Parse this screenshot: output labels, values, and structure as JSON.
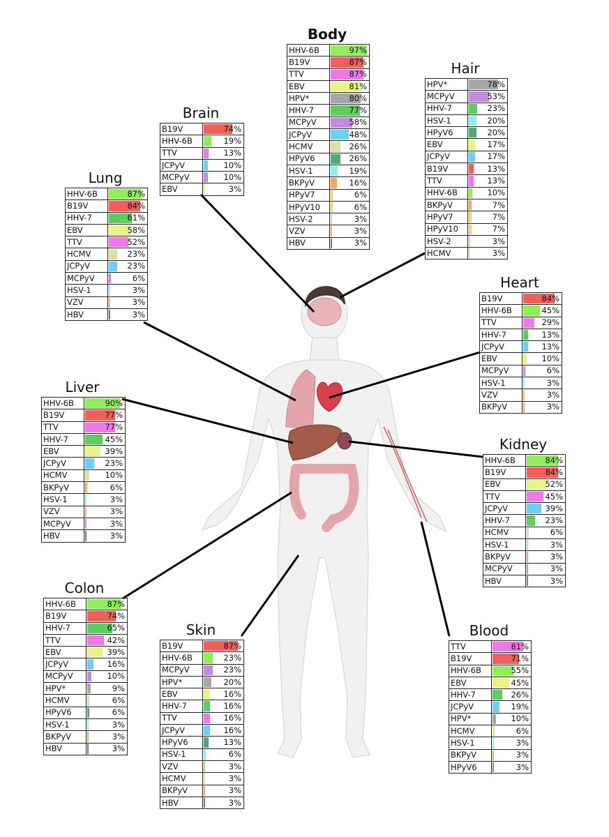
{
  "colors": {
    "HHV-6B": "#8fef5b",
    "B19V": "#f0605a",
    "TTV": "#ee78e6",
    "EBV": "#e8f488",
    "HPV*": "#a6a6a6",
    "HHV-7": "#5ecc5e",
    "MCPyV": "#c48ae0",
    "JCPyV": "#6cd0f4",
    "HCMV": "#d6e2a2",
    "HPyV6": "#4caa72",
    "HSV-1": "#8ff0f0",
    "BKPyV": "#f0a860",
    "HPyV7": "#f4d060",
    "HPyV10": "#f0d080",
    "HSV-2": "#cccccc",
    "VZV": "#f4b070",
    "HBV": "#777777"
  },
  "panels": [
    {
      "key": "body",
      "title": "Body",
      "bold": true,
      "rows": [
        {
          "virus": "HHV-6B",
          "value": 97,
          "label": "97%"
        },
        {
          "virus": "B19V",
          "value": 87,
          "label": "87%"
        },
        {
          "virus": "TTV",
          "value": 87,
          "label": "87%"
        },
        {
          "virus": "EBV",
          "value": 81,
          "label": "81%"
        },
        {
          "virus": "HPV*",
          "value": 80,
          "label": "80%"
        },
        {
          "virus": "HHV-7",
          "value": 77,
          "label": "77%"
        },
        {
          "virus": "MCPyV",
          "value": 58,
          "label": "58%"
        },
        {
          "virus": "JCPyV",
          "value": 48,
          "label": "48%"
        },
        {
          "virus": "HCMV",
          "value": 26,
          "label": "26%"
        },
        {
          "virus": "HPyV6",
          "value": 26,
          "label": "26%"
        },
        {
          "virus": "HSV-1",
          "value": 19,
          "label": "19%"
        },
        {
          "virus": "BKPyV",
          "value": 16,
          "label": "16%"
        },
        {
          "virus": "HPyV7",
          "value": 6,
          "label": "6%"
        },
        {
          "virus": "HPyV10",
          "value": 6,
          "label": "6%"
        },
        {
          "virus": "HSV-2",
          "value": 3,
          "label": "3%"
        },
        {
          "virus": "VZV",
          "value": 3,
          "label": "3%"
        },
        {
          "virus": "HBV",
          "value": 3,
          "label": "3%"
        }
      ]
    },
    {
      "key": "hair",
      "title": "Hair",
      "bold": false,
      "rows": [
        {
          "virus": "HPV*",
          "value": 78,
          "label": "78%"
        },
        {
          "virus": "MCPyV",
          "value": 53,
          "label": "53%"
        },
        {
          "virus": "HHV-7",
          "value": 23,
          "label": "23%"
        },
        {
          "virus": "HSV-1",
          "value": 20,
          "label": "20%"
        },
        {
          "virus": "HPyV6",
          "value": 20,
          "label": "20%"
        },
        {
          "virus": "EBV",
          "value": 17,
          "label": "17%"
        },
        {
          "virus": "JCPyV",
          "value": 17,
          "label": "17%"
        },
        {
          "virus": "B19V",
          "value": 13,
          "label": "13%"
        },
        {
          "virus": "TTV",
          "value": 13,
          "label": "13%"
        },
        {
          "virus": "HHV-6B",
          "value": 10,
          "label": "10%"
        },
        {
          "virus": "BKPyV",
          "value": 7,
          "label": "7%"
        },
        {
          "virus": "HPyV7",
          "value": 7,
          "label": "7%"
        },
        {
          "virus": "HPyV10",
          "value": 7,
          "label": "7%"
        },
        {
          "virus": "HSV-2",
          "value": 3,
          "label": "3%"
        },
        {
          "virus": "HCMV",
          "value": 3,
          "label": "3%"
        }
      ]
    },
    {
      "key": "brain",
      "title": "Brain",
      "bold": false,
      "rows": [
        {
          "virus": "B19V",
          "value": 74,
          "label": "74%"
        },
        {
          "virus": "HHV-6B",
          "value": 19,
          "label": "19%"
        },
        {
          "virus": "TTV",
          "value": 13,
          "label": "13%"
        },
        {
          "virus": "JCPyV",
          "value": 10,
          "label": "10%"
        },
        {
          "virus": "MCPyV",
          "value": 10,
          "label": "10%"
        },
        {
          "virus": "EBV",
          "value": 3,
          "label": "3%"
        }
      ]
    },
    {
      "key": "lung",
      "title": "Lung",
      "bold": false,
      "rows": [
        {
          "virus": "HHV-6B",
          "value": 87,
          "label": "87%"
        },
        {
          "virus": "B19V",
          "value": 84,
          "label": "84%"
        },
        {
          "virus": "HHV-7",
          "value": 61,
          "label": "61%"
        },
        {
          "virus": "EBV",
          "value": 58,
          "label": "58%"
        },
        {
          "virus": "TTV",
          "value": 52,
          "label": "52%"
        },
        {
          "virus": "HCMV",
          "value": 23,
          "label": "23%"
        },
        {
          "virus": "JCPyV",
          "value": 23,
          "label": "23%"
        },
        {
          "virus": "MCPyV",
          "value": 6,
          "label": "6%"
        },
        {
          "virus": "HSV-1",
          "value": 3,
          "label": "3%"
        },
        {
          "virus": "VZV",
          "value": 3,
          "label": "3%"
        },
        {
          "virus": "HBV",
          "value": 3,
          "label": "3%"
        }
      ]
    },
    {
      "key": "heart",
      "title": "Heart",
      "bold": false,
      "rows": [
        {
          "virus": "B19V",
          "value": 84,
          "label": "84%"
        },
        {
          "virus": "HHV-6B",
          "value": 45,
          "label": "45%"
        },
        {
          "virus": "TTV",
          "value": 29,
          "label": "29%"
        },
        {
          "virus": "HHV-7",
          "value": 13,
          "label": "13%"
        },
        {
          "virus": "JCPyV",
          "value": 13,
          "label": "13%"
        },
        {
          "virus": "EBV",
          "value": 10,
          "label": "10%"
        },
        {
          "virus": "MCPyV",
          "value": 6,
          "label": "6%"
        },
        {
          "virus": "HSV-1",
          "value": 3,
          "label": "3%"
        },
        {
          "virus": "VZV",
          "value": 3,
          "label": "3%"
        },
        {
          "virus": "BKPyV",
          "value": 3,
          "label": "3%"
        }
      ]
    },
    {
      "key": "liver",
      "title": "Liver",
      "bold": false,
      "rows": [
        {
          "virus": "HHV-6B",
          "value": 90,
          "label": "90%"
        },
        {
          "virus": "B19V",
          "value": 77,
          "label": "77%"
        },
        {
          "virus": "TTV",
          "value": 77,
          "label": "77%"
        },
        {
          "virus": "HHV-7",
          "value": 45,
          "label": "45%"
        },
        {
          "virus": "EBV",
          "value": 39,
          "label": "39%"
        },
        {
          "virus": "JCPyV",
          "value": 23,
          "label": "23%"
        },
        {
          "virus": "HCMV",
          "value": 10,
          "label": "10%"
        },
        {
          "virus": "BKPyV",
          "value": 6,
          "label": "6%"
        },
        {
          "virus": "HSV-1",
          "value": 3,
          "label": "3%"
        },
        {
          "virus": "VZV",
          "value": 3,
          "label": "3%"
        },
        {
          "virus": "MCPyV",
          "value": 3,
          "label": "3%"
        },
        {
          "virus": "HBV",
          "value": 3,
          "label": "3%"
        }
      ]
    },
    {
      "key": "kidney",
      "title": "Kidney",
      "bold": false,
      "rows": [
        {
          "virus": "HHV-6B",
          "value": 84,
          "label": "84%"
        },
        {
          "virus": "B19V",
          "value": 84,
          "label": "84%"
        },
        {
          "virus": "EBV",
          "value": 52,
          "label": "52%"
        },
        {
          "virus": "TTV",
          "value": 45,
          "label": "45%"
        },
        {
          "virus": "JCPyV",
          "value": 39,
          "label": "39%"
        },
        {
          "virus": "HHV-7",
          "value": 23,
          "label": "23%"
        },
        {
          "virus": "HCMV",
          "value": 6,
          "label": "6%"
        },
        {
          "virus": "HSV-1",
          "value": 3,
          "label": "3%"
        },
        {
          "virus": "BKPyV",
          "value": 3,
          "label": "3%"
        },
        {
          "virus": "MCPyV",
          "value": 3,
          "label": "3%"
        },
        {
          "virus": "HBV",
          "value": 3,
          "label": "3%"
        }
      ]
    },
    {
      "key": "colon",
      "title": "Colon",
      "bold": false,
      "rows": [
        {
          "virus": "HHV-6B",
          "value": 87,
          "label": "87%"
        },
        {
          "virus": "B19V",
          "value": 74,
          "label": "74%"
        },
        {
          "virus": "HHV-7",
          "value": 65,
          "label": "65%"
        },
        {
          "virus": "TTV",
          "value": 42,
          "label": "42%"
        },
        {
          "virus": "EBV",
          "value": 39,
          "label": "39%"
        },
        {
          "virus": "JCPyV",
          "value": 16,
          "label": "16%"
        },
        {
          "virus": "MCPyV",
          "value": 10,
          "label": "10%"
        },
        {
          "virus": "HPV*",
          "value": 9,
          "label": "9%"
        },
        {
          "virus": "HCMV",
          "value": 6,
          "label": "6%"
        },
        {
          "virus": "HPyV6",
          "value": 6,
          "label": "6%"
        },
        {
          "virus": "HSV-1",
          "value": 3,
          "label": "3%"
        },
        {
          "virus": "BKPyV",
          "value": 3,
          "label": "3%"
        },
        {
          "virus": "HBV",
          "value": 3,
          "label": "3%"
        }
      ]
    },
    {
      "key": "skin",
      "title": "Skin",
      "bold": false,
      "rows": [
        {
          "virus": "B19V",
          "value": 87,
          "label": "87%"
        },
        {
          "virus": "HHV-6B",
          "value": 23,
          "label": "23%"
        },
        {
          "virus": "MCPyV",
          "value": 23,
          "label": "23%"
        },
        {
          "virus": "HPV*",
          "value": 20,
          "label": "20%"
        },
        {
          "virus": "EBV",
          "value": 16,
          "label": "16%"
        },
        {
          "virus": "HHV-7",
          "value": 16,
          "label": "16%"
        },
        {
          "virus": "TTV",
          "value": 16,
          "label": "16%"
        },
        {
          "virus": "JCPyV",
          "value": 16,
          "label": "16%"
        },
        {
          "virus": "HPyV6",
          "value": 13,
          "label": "13%"
        },
        {
          "virus": "HSV-1",
          "value": 6,
          "label": "6%"
        },
        {
          "virus": "VZV",
          "value": 3,
          "label": "3%"
        },
        {
          "virus": "HCMV",
          "value": 3,
          "label": "3%"
        },
        {
          "virus": "BKPyV",
          "value": 3,
          "label": "3%"
        },
        {
          "virus": "HBV",
          "value": 3,
          "label": "3%"
        }
      ]
    },
    {
      "key": "blood",
      "title": "Blood",
      "bold": false,
      "rows": [
        {
          "virus": "TTV",
          "value": 81,
          "label": "81%"
        },
        {
          "virus": "B19V",
          "value": 71,
          "label": "71%"
        },
        {
          "virus": "HHV-6B",
          "value": 55,
          "label": "55%"
        },
        {
          "virus": "EBV",
          "value": 45,
          "label": "45%"
        },
        {
          "virus": "HHV-7",
          "value": 26,
          "label": "26%"
        },
        {
          "virus": "JCPyV",
          "value": 19,
          "label": "19%"
        },
        {
          "virus": "HPV*",
          "value": 10,
          "label": "10%"
        },
        {
          "virus": "HCMV",
          "value": 6,
          "label": "6%"
        },
        {
          "virus": "HSV-1",
          "value": 3,
          "label": "3%"
        },
        {
          "virus": "BKPyV",
          "value": 3,
          "label": "3%"
        },
        {
          "virus": "HPyV6",
          "value": 3,
          "label": "3%"
        }
      ]
    }
  ]
}
